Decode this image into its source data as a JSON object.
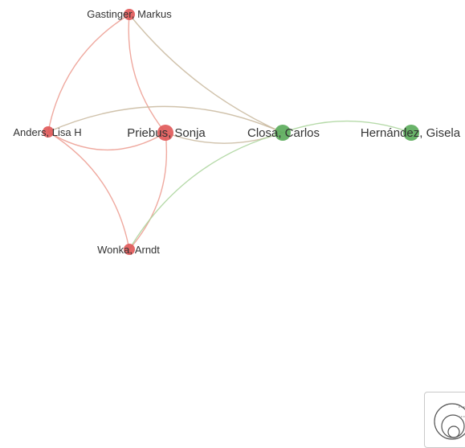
{
  "network": {
    "nodes": [
      {
        "id": "gastinger",
        "label": "Gastinger, Markus",
        "cluster": "red",
        "size": "small"
      },
      {
        "id": "anders",
        "label": "Anders, Lisa H",
        "cluster": "red",
        "size": "small"
      },
      {
        "id": "priebus",
        "label": "Priebus, Sonja",
        "cluster": "red",
        "size": "large"
      },
      {
        "id": "wonka",
        "label": "Wonka, Arndt",
        "cluster": "red",
        "size": "small"
      },
      {
        "id": "closa",
        "label": "Closa, Carlos",
        "cluster": "green",
        "size": "large"
      },
      {
        "id": "hernandez",
        "label": "Hernández, Gisela",
        "cluster": "green",
        "size": "large"
      }
    ],
    "links": [
      {
        "source": "gastinger",
        "target": "anders"
      },
      {
        "source": "gastinger",
        "target": "priebus"
      },
      {
        "source": "gastinger",
        "target": "closa"
      },
      {
        "source": "anders",
        "target": "priebus"
      },
      {
        "source": "anders",
        "target": "closa"
      },
      {
        "source": "anders",
        "target": "wonka"
      },
      {
        "source": "priebus",
        "target": "wonka"
      },
      {
        "source": "priebus",
        "target": "closa"
      },
      {
        "source": "closa",
        "target": "wonka"
      },
      {
        "source": "closa",
        "target": "hernandez"
      }
    ]
  },
  "colors": {
    "red": "#e15a5a",
    "green": "#5cad5c",
    "red_edge": "#ec9a8e",
    "green_edge": "#a9d49a",
    "mixed_edge": "#c8b79c"
  },
  "zoom_control": {
    "icon": "zoom-circles-icon"
  }
}
